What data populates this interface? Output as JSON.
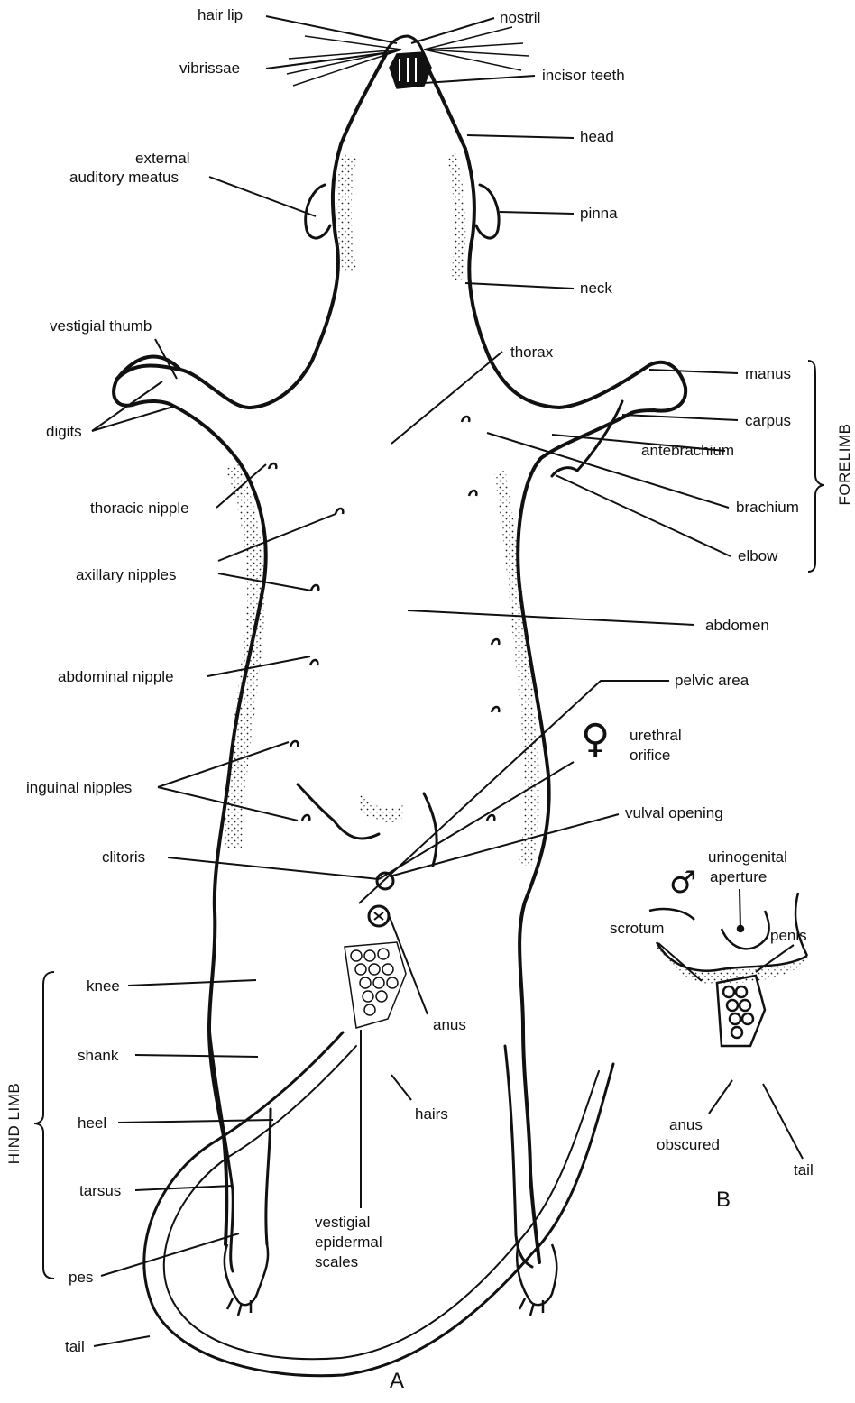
{
  "panel_labels": {
    "a": "A",
    "b": "B"
  },
  "groups": {
    "forelimb": "FORELIMB",
    "hind_limb": "HIND LIMB"
  },
  "symbols": {
    "female": "♀",
    "male": "♂"
  },
  "labels": {
    "hair_lip": "hair lip",
    "nostril": "nostril",
    "vibrissae": "vibrissae",
    "incisor_teeth": "incisor teeth",
    "head": "head",
    "external_auditory_meatus_1": "external",
    "external_auditory_meatus_2": "auditory meatus",
    "pinna": "pinna",
    "neck": "neck",
    "vestigial_thumb": "vestigial thumb",
    "thorax": "thorax",
    "manus": "manus",
    "digits": "digits",
    "carpus": "carpus",
    "antebrachium": "antebrachium",
    "thoracic_nipple": "thoracic nipple",
    "brachium": "brachium",
    "axillary_nipples": "axillary nipples",
    "elbow": "elbow",
    "abdomen": "abdomen",
    "abdominal_nipple": "abdominal nipple",
    "pelvic_area": "pelvic area",
    "urethral_orifice_1": "urethral",
    "urethral_orifice_2": "orifice",
    "inguinal_nipples": "inguinal nipples",
    "vulval_opening": "vulval opening",
    "clitoris": "clitoris",
    "urinogenital_aperture_1": "urinogenital",
    "urinogenital_aperture_2": "aperture",
    "scrotum": "scrotum",
    "penis": "penis",
    "knee": "knee",
    "anus": "anus",
    "shank": "shank",
    "hairs": "hairs",
    "heel": "heel",
    "anus_obscured_1": "anus",
    "anus_obscured_2": "obscured",
    "tarsus": "tarsus",
    "tail_b": "tail",
    "vestigial_epidermal_scales_1": "vestigial",
    "vestigial_epidermal_scales_2": "epidermal",
    "vestigial_epidermal_scales_3": "scales",
    "pes": "pes",
    "tail": "tail"
  },
  "colors": {
    "ink": "#111111",
    "background": "#ffffff"
  }
}
